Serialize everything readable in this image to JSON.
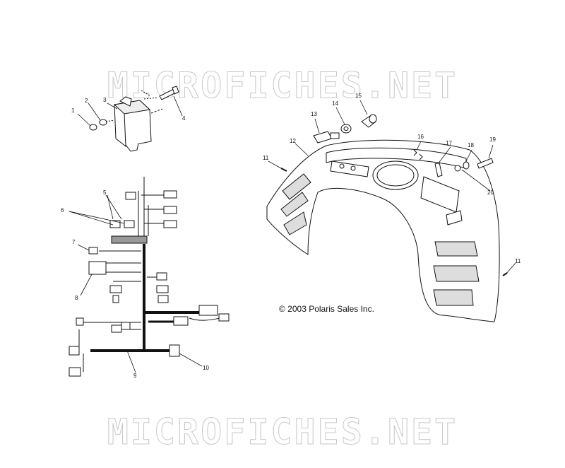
{
  "watermark": "MICROFICHES.NET",
  "copyright": "© 2003 Polaris Sales Inc.",
  "callouts": [
    "1",
    "2",
    "3",
    "4",
    "5",
    "6",
    "7",
    "8",
    "9",
    "10",
    "11",
    "12",
    "13",
    "14",
    "15",
    "16",
    "17",
    "18",
    "19",
    "20",
    "11"
  ],
  "colors": {
    "line": "#111111",
    "watermark_stroke": "#c8c8c8",
    "background": "#ffffff"
  }
}
